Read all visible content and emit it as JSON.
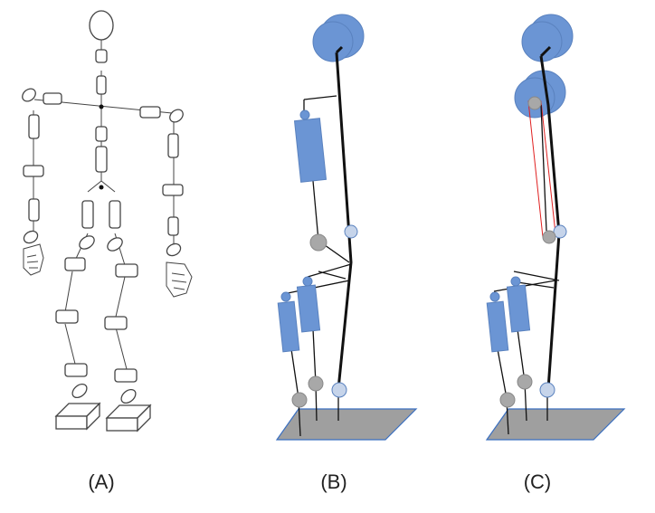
{
  "panels": [
    {
      "id": "A",
      "caption": "(A)"
    },
    {
      "id": "B",
      "caption": "(B)"
    },
    {
      "id": "C",
      "caption": "(C)"
    }
  ],
  "colors": {
    "actuator_blue": "#6b95d4",
    "passive_joint_grey": "#a8a8a8",
    "joint_light_blue": "#c6d4ea",
    "ground_plate": "#9f9f9f",
    "highlight_red": "#e02020"
  },
  "icons": [
    "stick-figure-skeleton",
    "hand-icon",
    "foot-block"
  ]
}
